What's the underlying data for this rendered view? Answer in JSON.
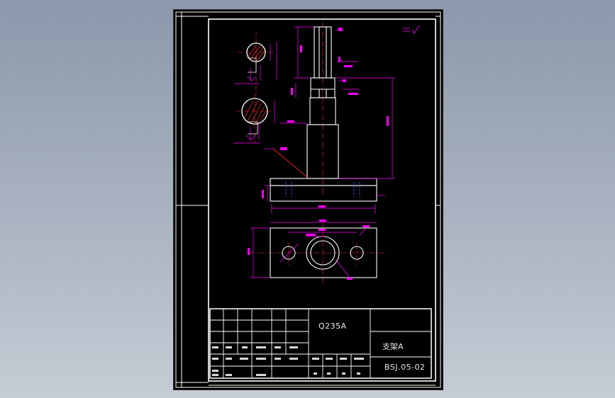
{
  "drawing": {
    "material": "Q235A",
    "part_name": "支架A",
    "drawing_number": "BSJ.05-02"
  },
  "colors": {
    "background": "#9aa5b6",
    "sheet": "#000000",
    "frame": "#ffffff",
    "part_outline": "#ffffff",
    "dimension": "#ff00ff",
    "centerline": "#ff3030",
    "hatch": "#ff3030",
    "hidden_line": "#3b5bff",
    "leader": "#ff2020"
  }
}
